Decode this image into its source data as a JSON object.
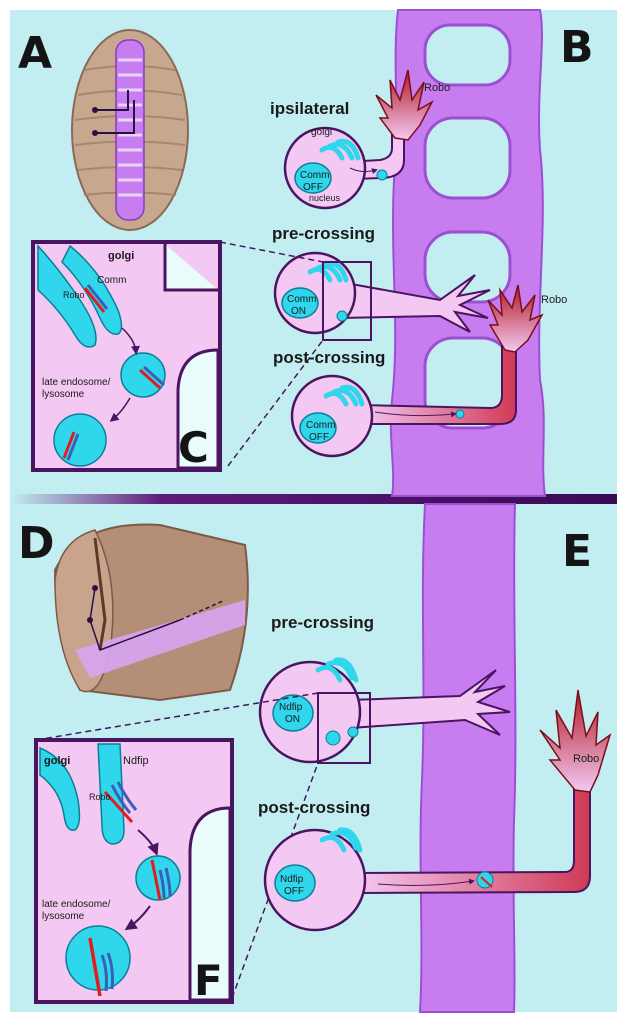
{
  "panels": {
    "A": "A",
    "B": "B",
    "C": "C",
    "D": "D",
    "E": "E",
    "F": "F"
  },
  "top": {
    "ipsilateral": "ipsilateral",
    "pre_crossing": "pre-crossing",
    "post_crossing": "post-crossing",
    "golgi": "golgi",
    "comm_off_1": "Comm",
    "comm_off_2": "OFF",
    "nucleus": "nucleus",
    "comm_on_1": "Comm",
    "comm_on_2": "ON",
    "comm_off_b_1": "Comm",
    "comm_off_b_2": "OFF",
    "robo_top": "Robo",
    "robo_right": "Robo"
  },
  "inset_c": {
    "golgi": "golgi",
    "comm": "Comm",
    "robo": "Robo",
    "late_endosome_1": "late endosome/",
    "late_endosome_2": "lysosome"
  },
  "bottom": {
    "pre_crossing": "pre-crossing",
    "post_crossing": "post-crossing",
    "ndfip_on_1": "Ndfip",
    "ndfip_on_2": "ON",
    "ndfip_off_1": "Ndfip",
    "ndfip_off_2": "OFF",
    "robo": "Robo"
  },
  "inset_f": {
    "golgi": "golgi",
    "ndfip": "Ndfip",
    "robo": "Robo",
    "late_endosome_1": "late endosome/",
    "late_endosome_2": "lysosome"
  },
  "colors": {
    "background": "#c3eef1",
    "axon_tract": "#c77cf0",
    "cell": "#f3c9f3",
    "outline": "#4a1560",
    "organelle": "#30d6ec",
    "robo": "#b31822",
    "comm_red": "#e41b1b",
    "ndfip_blue": "#3b5fb8"
  }
}
